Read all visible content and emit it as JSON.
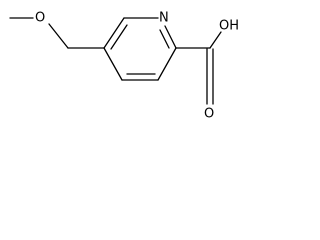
{
  "molecule": {
    "atoms": {
      "nitrogen": "N",
      "ether_oxygen": "O",
      "carbonyl_oxygen": "O",
      "hydroxyl": "OH"
    }
  },
  "colors": {
    "bond": "#000000",
    "label": "#000000",
    "background": "#ffffff"
  }
}
